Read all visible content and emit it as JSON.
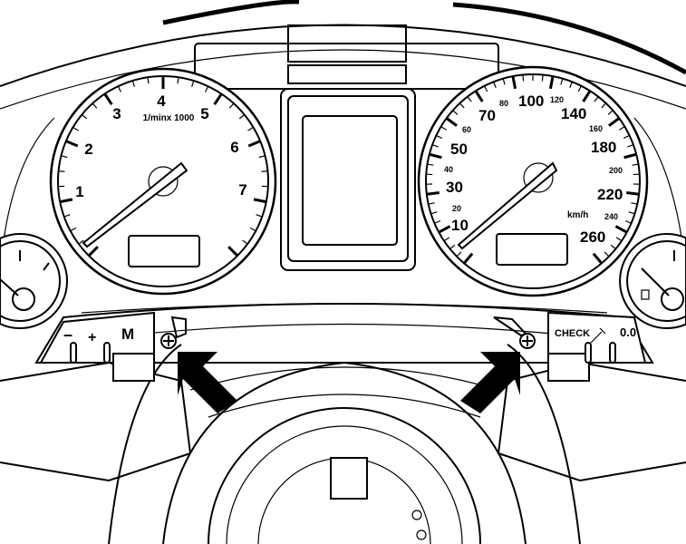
{
  "tachometer": {
    "unit_label": "1/minx 1000",
    "labels": [
      "1",
      "2",
      "3",
      "4",
      "5",
      "6",
      "7"
    ]
  },
  "speedometer": {
    "unit_label": "km/h",
    "major_labels": [
      "10",
      "30",
      "50",
      "70",
      "100",
      "140",
      "180",
      "220",
      "260"
    ],
    "minor_labels": [
      "20",
      "40",
      "60",
      "80",
      "120",
      "160",
      "200",
      "240"
    ]
  },
  "left_buttons": {
    "minus": "–",
    "plus": "+",
    "mode": "M"
  },
  "right_buttons": {
    "check": "CHECK",
    "reset": "0.0"
  }
}
